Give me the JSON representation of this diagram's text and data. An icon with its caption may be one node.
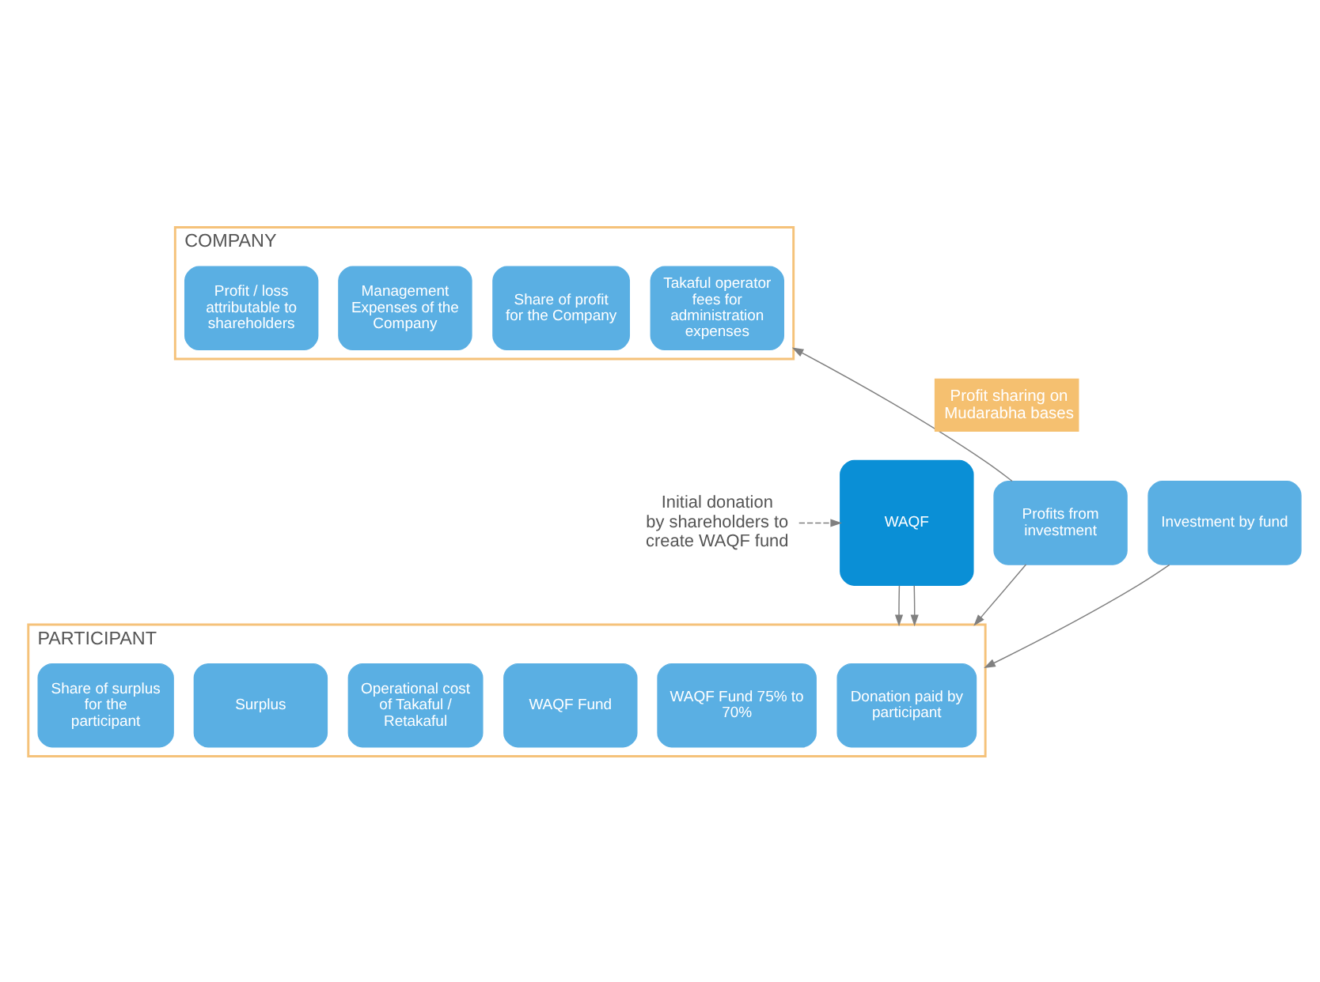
{
  "diagram": {
    "nodes": [
      {
        "text": [
          "COMPANY"
        ]
      },
      {
        "text": [
          "Takaful operator fees for administration expenses"
        ],
        "in": 0
      },
      {
        "text": [
          "Share of profit for the Company"
        ],
        "in": 0
      },
      {
        "text": [
          "Management Expenses of the Company"
        ],
        "in": 0
      },
      {
        "text": [
          "Profit / loss attributable to shareholders"
        ],
        "in": 0
      },
      {
        "text": [
          "Initial donation by shareholders to create WAQF fund"
        ]
      },
      {
        "text": [
          "WAQF"
        ]
      },
      {
        "text": [
          "Investment by fund"
        ]
      },
      {
        "text": [
          "Profits from investment"
        ]
      },
      {
        "text": [
          "PARTICIPANT"
        ]
      },
      {
        "text": [
          "Donation paid by participant"
        ],
        "in": 9
      },
      {
        "text": [
          "WAQF Fund 75% to 70%"
        ],
        "in": 9
      },
      {
        "text": [
          "WAQF Fund"
        ],
        "in": 9
      },
      {
        "text": [
          "Operational cost of Takaful / Retakaful"
        ],
        "in": 9
      },
      {
        "text": [
          "Surplus"
        ],
        "in": 9
      },
      {
        "text": [
          "Share of surplus for the participant"
        ],
        "in": 9
      }
    ],
    "edges": [
      {
        "from": 5,
        "to": 6,
        "arrow": "to",
        "style": "dashed"
      },
      {
        "from": 8,
        "to": 0,
        "arrow": "to",
        "label": "Profit sharing on Mudarabha bases"
      },
      {
        "from": 6,
        "to": 9,
        "arrow": "to"
      },
      {
        "from": 6,
        "to": 9,
        "arrow": "to"
      },
      {
        "from": 7,
        "to": 9,
        "arrow": "to"
      },
      {
        "from": 8,
        "to": 9,
        "arrow": "to"
      }
    ]
  }
}
